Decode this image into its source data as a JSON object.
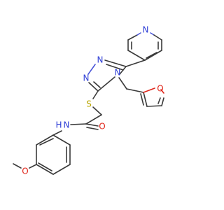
{
  "colors": {
    "carbon": "#3a3a3a",
    "nitrogen": "#2f3fd6",
    "oxygen": "#e0261b",
    "sulfur": "#b9a600",
    "background": "#ffffff"
  },
  "atoms": {
    "pyridine_n": "N",
    "triazole_n1": "N",
    "triazole_n2": "N",
    "triazole_n4": "N",
    "sulfur": "S",
    "furan_o": "O",
    "carbonyl_o": "O",
    "amide_nh": "N",
    "amide_h": "H",
    "methoxy_o": "O"
  }
}
